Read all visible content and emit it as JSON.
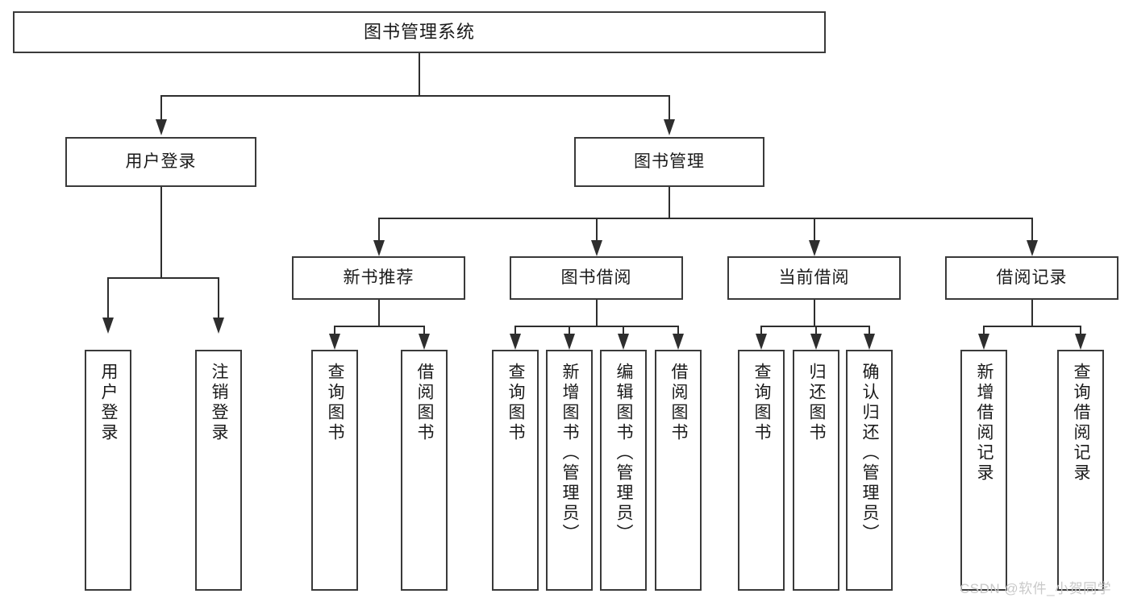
{
  "diagram": {
    "title": "图书管理系统",
    "type": "tree",
    "watermark": "CSDN @软件_小贺同学",
    "colors": {
      "box_border": "#3a3a3a",
      "connector": "#2e2e2e",
      "text": "#1a1a1a",
      "background": "#ffffff",
      "watermark": "#c9c9c9"
    },
    "root": {
      "label": "图书管理系统"
    },
    "level2": [
      {
        "label": "用户登录"
      },
      {
        "label": "图书管理"
      }
    ],
    "level3": [
      {
        "label": "新书推荐"
      },
      {
        "label": "图书借阅"
      },
      {
        "label": "当前借阅"
      },
      {
        "label": "借阅记录"
      }
    ],
    "leaves": {
      "user_login": [
        {
          "label": "用户登录"
        },
        {
          "label": "注销登录"
        }
      ],
      "new_book_recommend": [
        {
          "label": "查询图书"
        },
        {
          "label": "借阅图书"
        }
      ],
      "book_borrow": [
        {
          "label": "查询图书"
        },
        {
          "label": "新增图书（管理员）"
        },
        {
          "label": "编辑图书（管理员）"
        },
        {
          "label": "借阅图书"
        }
      ],
      "current_borrow": [
        {
          "label": "查询图书"
        },
        {
          "label": "归还图书"
        },
        {
          "label": "确认归还（管理员）"
        }
      ],
      "borrow_record": [
        {
          "label": "新增借阅记录"
        },
        {
          "label": "查询借阅记录"
        }
      ]
    }
  }
}
